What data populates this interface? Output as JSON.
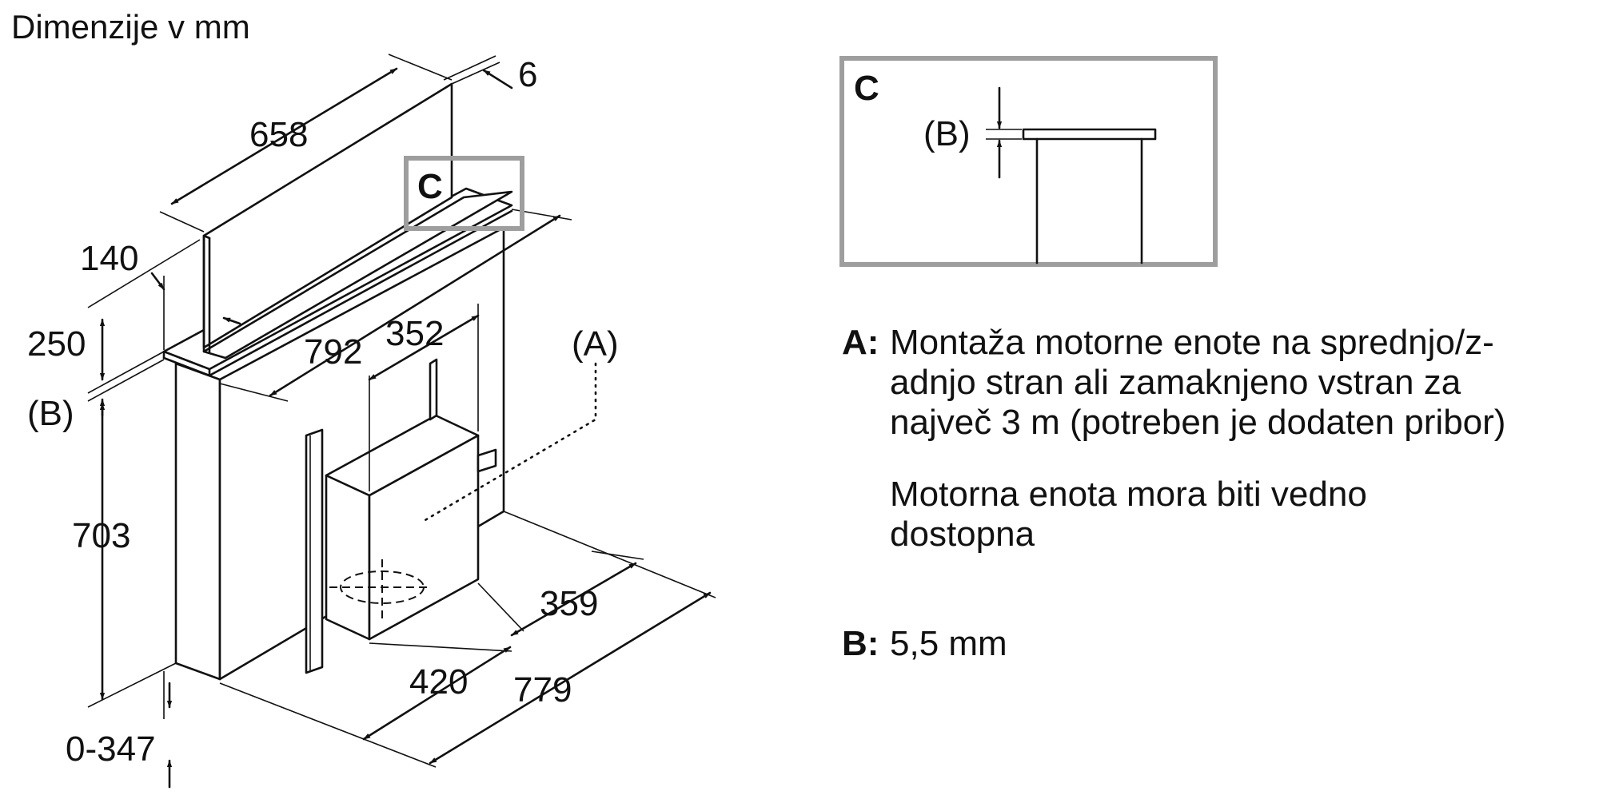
{
  "title": "Dimenzije v mm",
  "dimensions": {
    "panel_width": "658",
    "panel_thickness": "6",
    "depth_140": "140",
    "height_250": "250",
    "label_b_left": "(B)",
    "unit_width_792": "792",
    "motor_352": "352",
    "label_a": "(A)",
    "height_703": "703",
    "motor_359": "359",
    "depth_420": "420",
    "depth_779": "779",
    "range_0_347": "0-347"
  },
  "detail_c": {
    "letter": "C",
    "b_label": "(B)"
  },
  "callout_c_letter": "C",
  "legend": {
    "a_key": "A:",
    "a_lines": [
      "Montaža motorne enote na sprednjo/z-",
      "adnjo stran ali zamaknjeno vstran za",
      "največ 3 m (potreben je dodaten pribor)"
    ],
    "note_lines": [
      "Motorna enota mora biti vedno",
      "dostopna"
    ],
    "b_key": "B:",
    "b_value": "5,5 mm"
  }
}
